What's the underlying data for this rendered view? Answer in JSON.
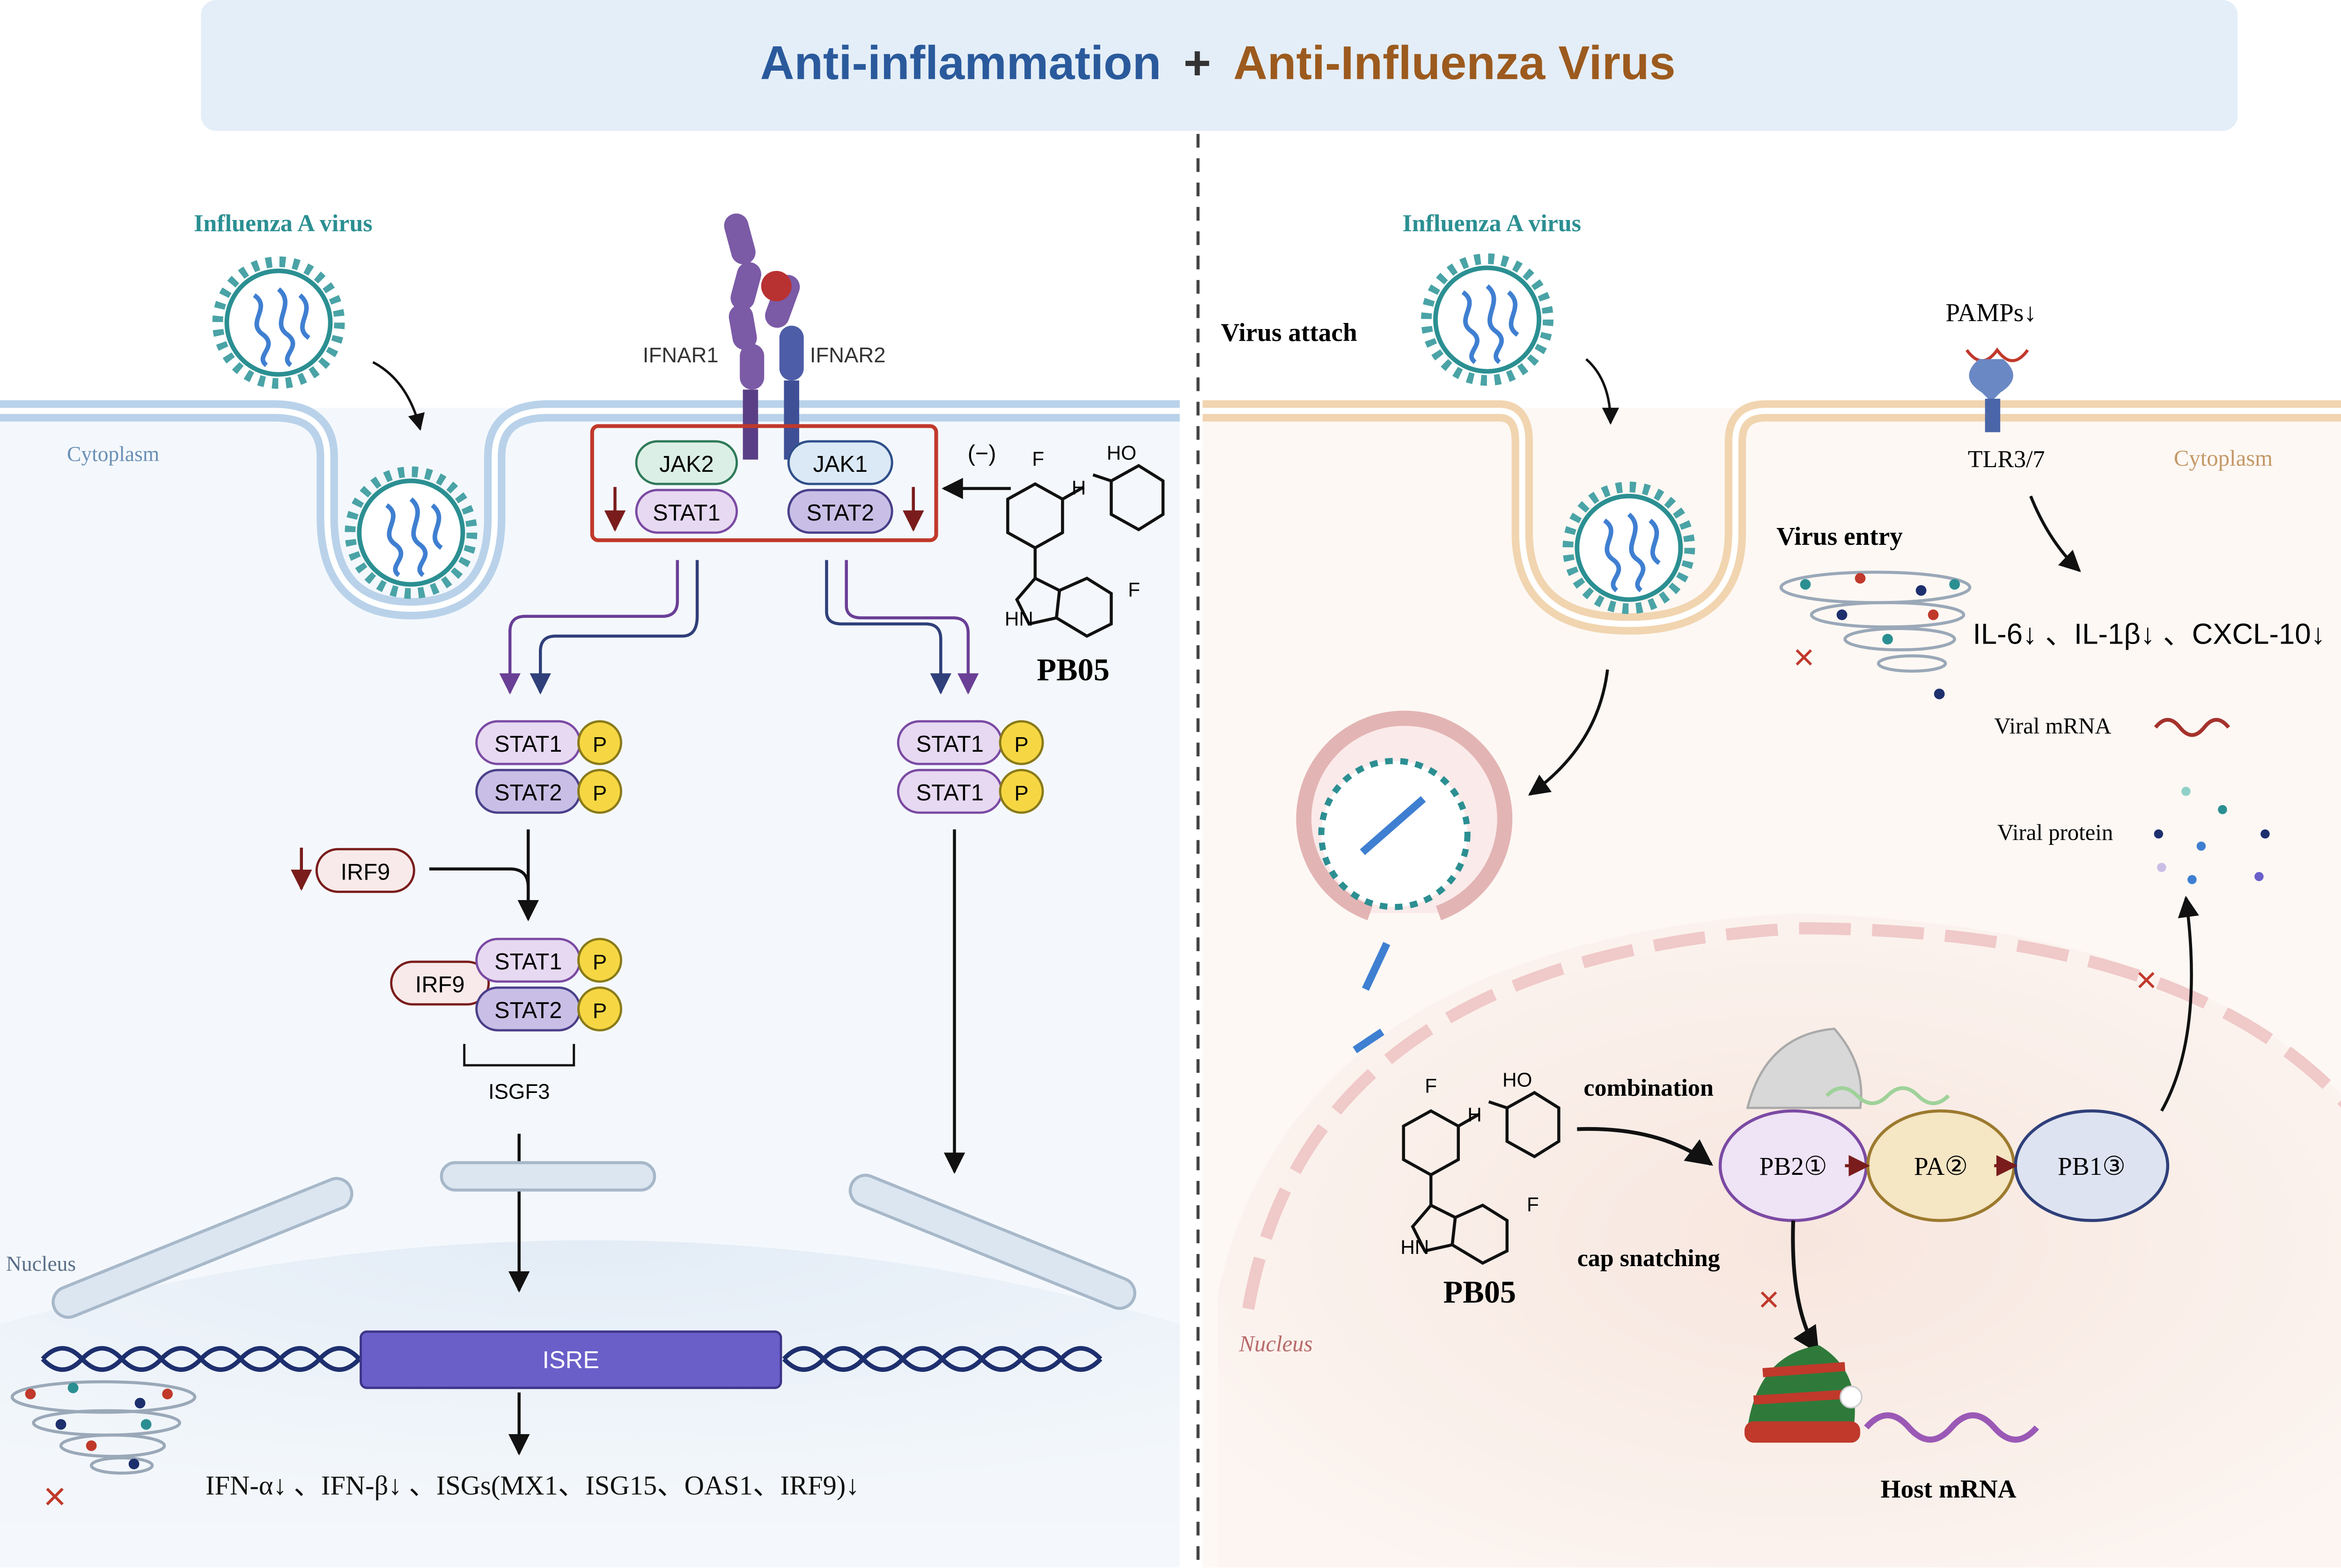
{
  "title": {
    "left": "Anti-inflammation",
    "plus": "+",
    "right": "Anti-Influenza Virus",
    "left_color": "#2a5a9c",
    "right_color": "#9c5a1e"
  },
  "left_panel": {
    "virus_label": "Influenza A virus",
    "cytoplasm": "Cytoplasm",
    "nucleus": "Nucleus",
    "ifnar1": "IFNAR1",
    "ifnar2": "IFNAR2",
    "jak2": "JAK2",
    "jak1": "JAK1",
    "stat1": "STAT1",
    "stat2": "STAT2",
    "p": "P",
    "inhibit": "(−)",
    "compound": "PB05",
    "irf9": "IRF9",
    "isgf3": "ISGF3",
    "isre": "ISRE",
    "mol_f": "F",
    "mol_ho": "HO",
    "mol_hn": "HN",
    "mol_n": "N",
    "mol_h": "H",
    "down_arrow": "↓",
    "outputs": "IFN-α↓ 、IFN-β↓ 、ISGs(MX1、ISG15、OAS1、IRF9)↓"
  },
  "right_panel": {
    "virus_label": "Influenza A virus",
    "virus_attach": "Virus attach",
    "pamps": "PAMPs↓",
    "tlr": "TLR3/7",
    "cytoplasm": "Cytoplasm",
    "virus_entry": "Virus entry",
    "cytokines": "IL-6↓ 、IL-1β↓ 、CXCL-10↓",
    "viral_mrna": "Viral mRNA",
    "viral_protein": "Viral protein",
    "combination": "combination",
    "cap_snatching": "cap snatching",
    "pb2": "PB2①",
    "pa": "PA②",
    "pb1": "PB1③",
    "compound": "PB05",
    "nucleus": "Nucleus",
    "host_mrna": "Host mRNA",
    "mol_f": "F",
    "mol_ho": "HO",
    "mol_hn": "HN",
    "mol_n": "N",
    "mol_h": "H"
  },
  "colors": {
    "membrane_left": "#b9d2ea",
    "membrane_right": "#f1d5b0",
    "stat_fill": "#e7d9f1",
    "stat_stroke": "#7b4aa3",
    "p_fill": "#f6d743",
    "purple_arrow": "#6a3f96",
    "inhibit_red": "#7a1c1c",
    "isre_fill": "#6a5fc9",
    "dna": "#1e2f6e"
  }
}
